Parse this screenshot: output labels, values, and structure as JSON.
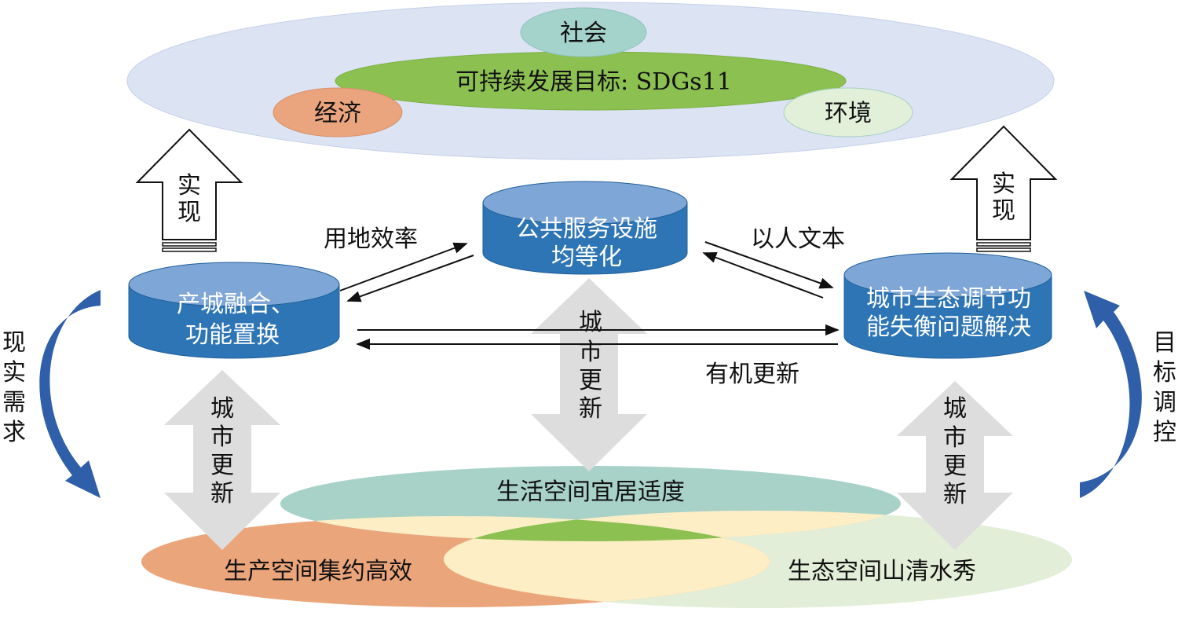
{
  "goal": {
    "title": "可持续发展目标: SDGs11",
    "society": "社会",
    "economy": "经济",
    "environment": "环境"
  },
  "realize_left": [
    "实",
    "现"
  ],
  "realize_right": [
    "实",
    "现"
  ],
  "nodes": {
    "left": {
      "line1": "产城融合、",
      "line2": "功能置换"
    },
    "center": {
      "line1": "公共服务设施",
      "line2": "均等化"
    },
    "right": {
      "line1": "城市生态调节功",
      "line2": "能失衡问题解决"
    }
  },
  "links": {
    "land_efficiency": "用地效率",
    "people_oriented": "以人文本",
    "organic_renewal": "有机更新"
  },
  "urban_renewal_left": [
    "城",
    "市",
    "更",
    "新"
  ],
  "urban_renewal_center": [
    "城",
    "市",
    "更",
    "新"
  ],
  "urban_renewal_right": [
    "城",
    "市",
    "更",
    "新"
  ],
  "side_left": [
    "现",
    "实",
    "需",
    "求"
  ],
  "side_right": [
    "目",
    "标",
    "调",
    "控"
  ],
  "spaces": {
    "living": "生活空间宜居适度",
    "production": "生产空间集约高效",
    "ecological": "生态空间山清水秀"
  },
  "colors": {
    "sky": "#dce3f3",
    "green": "#8cc152",
    "society": "#a4d3cc",
    "economy": "#eaa57e",
    "environment": "#e2f0da",
    "cylinder": "#2e75b6",
    "cylinder_top": "#7ea6d6",
    "curve_arrow": "#2f5fa8",
    "renewal_arrow": "#dddddd",
    "living": "#a8d2c8",
    "production": "#eba57b",
    "ecological": "#e2eed7",
    "overlap": "#fdeec6"
  }
}
